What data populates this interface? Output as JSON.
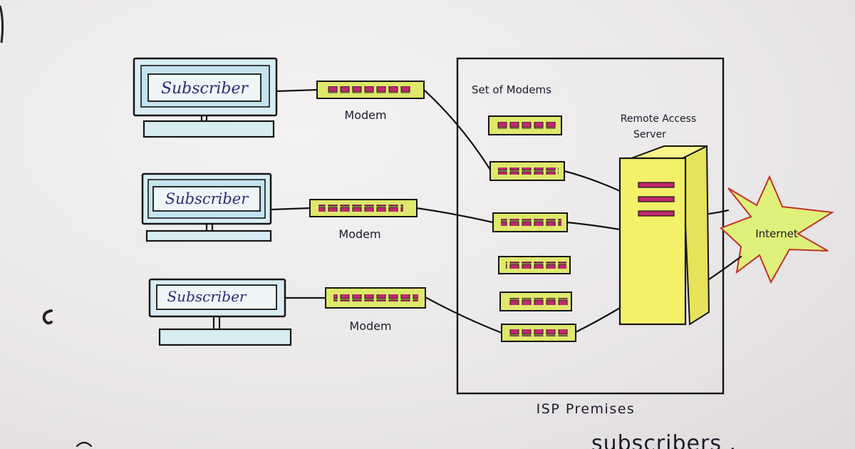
{
  "diagram": {
    "subscribers": [
      {
        "label": "Subscriber"
      },
      {
        "label": "Subscriber"
      },
      {
        "label": "Subscriber"
      }
    ],
    "modems": [
      {
        "label": "Modem"
      },
      {
        "label": "Modem"
      },
      {
        "label": "Modem"
      }
    ],
    "isp": {
      "label": "ISP Premises",
      "modems_label": "Set of Modems",
      "server_label_line1": "Remote Access",
      "server_label_line2": "Server"
    },
    "internet": {
      "label": "Internet"
    },
    "footer_text": "subscribers .",
    "colors": {
      "monitor_screen": "#c3e4ee",
      "modem_body": "#dfe86a",
      "modem_port": "#c0286e",
      "server_body": "#f3f06a",
      "server_slot": "#c0286e",
      "internet_fill": "#dff07a",
      "internet_outline": "#c03226",
      "ink": "#141414"
    }
  }
}
